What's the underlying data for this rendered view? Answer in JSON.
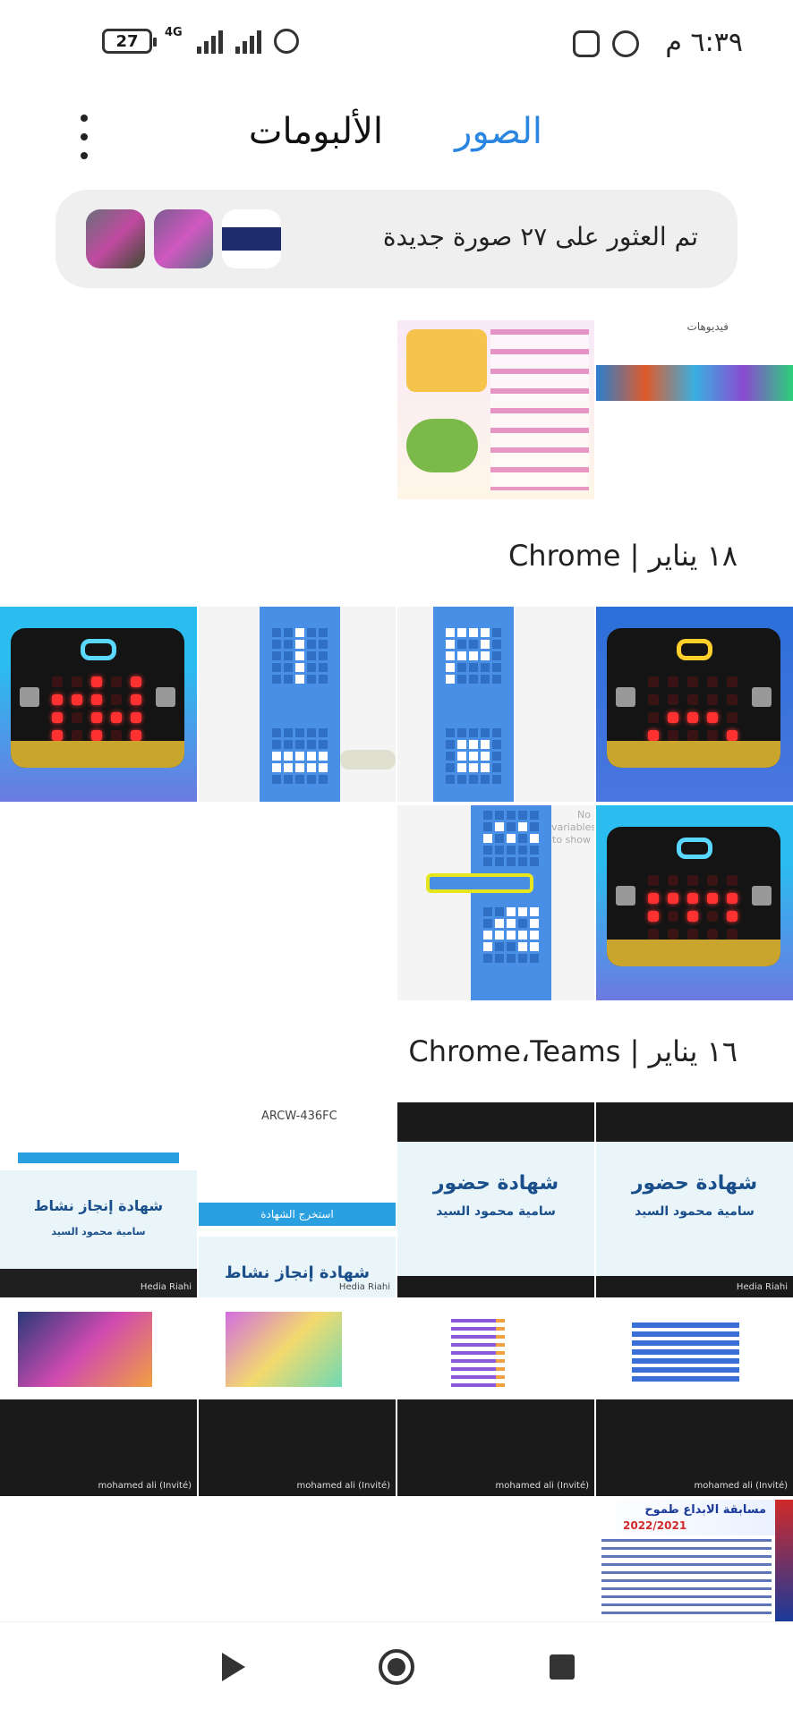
{
  "status_bar": {
    "time": "٦:٣٩ م",
    "battery": "27",
    "network": "4G"
  },
  "tabs": {
    "photos": "الصور",
    "albums": "الألبومات"
  },
  "banner": {
    "text": "تم العثور على ٢٧ صورة جديدة"
  },
  "sections": [
    {
      "heading": "١٨ يناير | Chrome"
    },
    {
      "heading": "١٦ يناير | Chrome،Teams"
    }
  ],
  "thumb_text": {
    "video_label": "فيديوهات",
    "no_vars": "No variables to show",
    "cert_attendance": "شهادة حضور",
    "cert_activity": "شهادة إنجاز نشاط",
    "cert_code": "ARCW-436FC",
    "cert_download": "استخرج الشهادة",
    "name": "سامية محمود السيد",
    "caption_hedia": "Hedia Riahi",
    "caption_mohamed": "mohamed ali (Invité)",
    "contest_title": "مسابقة الابداع طموح",
    "contest_year": "2022/2021"
  }
}
